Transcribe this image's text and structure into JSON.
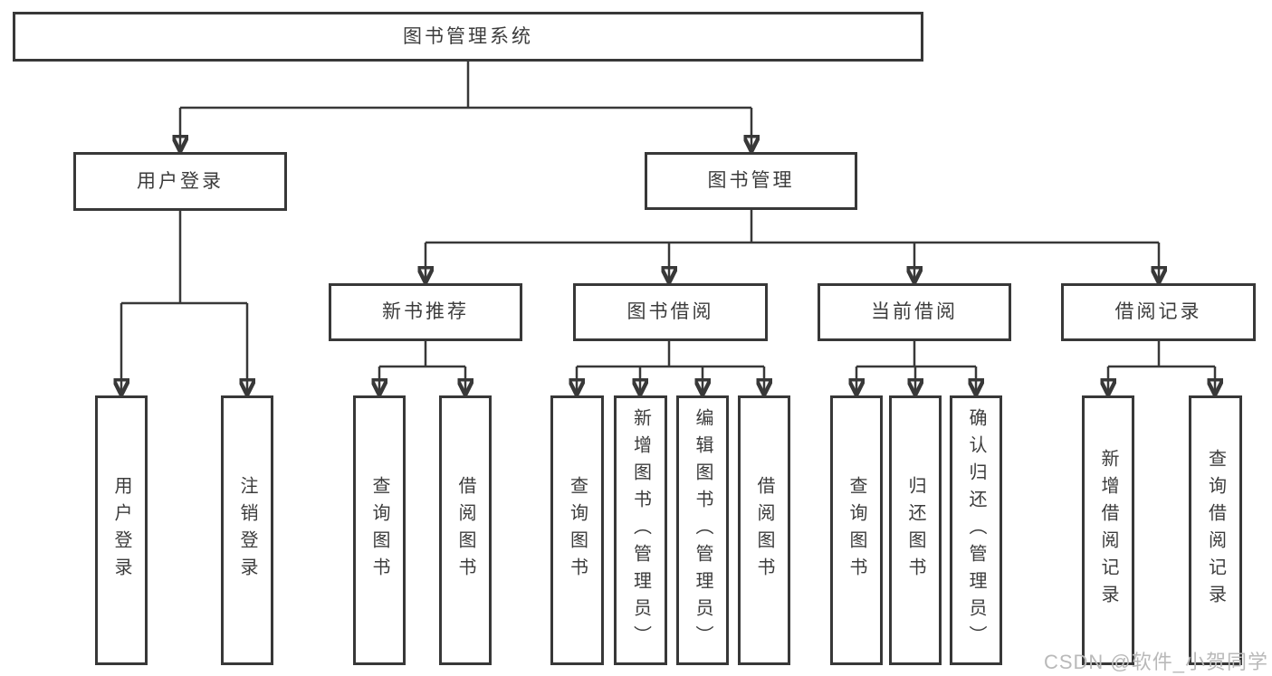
{
  "tree": {
    "root": {
      "label": "图书管理系统",
      "children": [
        {
          "label": "用户登录",
          "children": [
            {
              "label": "用户登录"
            },
            {
              "label": "注销登录"
            }
          ]
        },
        {
          "label": "图书管理",
          "children": [
            {
              "label": "新书推荐",
              "children": [
                {
                  "label": "查询图书"
                },
                {
                  "label": "借阅图书"
                }
              ]
            },
            {
              "label": "图书借阅",
              "children": [
                {
                  "label": "查询图书"
                },
                {
                  "label": "新增图书（管理员）"
                },
                {
                  "label": "编辑图书（管理员）"
                },
                {
                  "label": "借阅图书"
                }
              ]
            },
            {
              "label": "当前借阅",
              "children": [
                {
                  "label": "查询图书"
                },
                {
                  "label": "归还图书"
                },
                {
                  "label": "确认归还（管理员）"
                }
              ]
            },
            {
              "label": "借阅记录",
              "children": [
                {
                  "label": "新增借阅记录"
                },
                {
                  "label": "查询借阅记录"
                }
              ]
            }
          ]
        }
      ]
    }
  },
  "watermark": "CSDN @软件_小贺同学",
  "colors": {
    "line": "#383838",
    "box_border": "#383838",
    "text": "#3c3c3c",
    "watermark": "#b9b9b9",
    "background": "#ffffff"
  }
}
